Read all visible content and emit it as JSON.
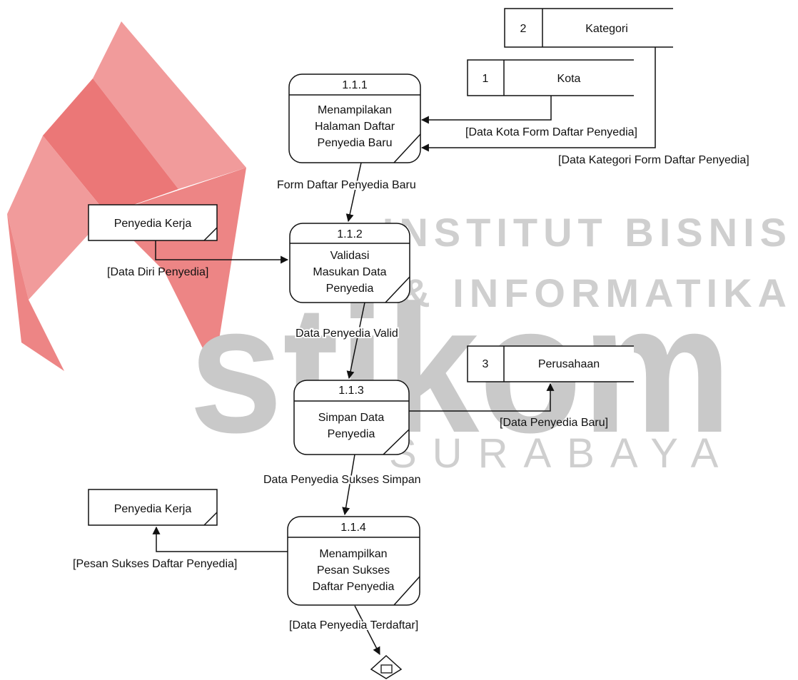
{
  "watermark": {
    "line1": "INSTITUT BISNIS",
    "line2": "& INFORMATIKA",
    "brand": "stikom",
    "city": "SURABAYA",
    "logo_color": "#e86060",
    "text_color": "#cfcfcf"
  },
  "processes": [
    {
      "id": "1.1.1",
      "lines": [
        "Menampilakan",
        "Halaman Daftar",
        "Penyedia Baru"
      ]
    },
    {
      "id": "1.1.2",
      "lines": [
        "Validasi",
        "Masukan Data",
        "Penyedia"
      ]
    },
    {
      "id": "1.1.3",
      "lines": [
        "Simpan Data",
        "Penyedia"
      ]
    },
    {
      "id": "1.1.4",
      "lines": [
        "Menampilkan",
        "Pesan Sukses",
        "Daftar Penyedia"
      ]
    }
  ],
  "datastores": [
    {
      "num": "2",
      "name": "Kategori"
    },
    {
      "num": "1",
      "name": "Kota"
    },
    {
      "num": "3",
      "name": "Perusahaan"
    }
  ],
  "entities": [
    {
      "name": "Penyedia Kerja"
    },
    {
      "name": "Penyedia Kerja"
    }
  ],
  "flows": [
    {
      "label": "[Data Kota Form Daftar Penyedia]"
    },
    {
      "label": "[Data Kategori Form Daftar Penyedia]"
    },
    {
      "label": "Form Daftar Penyedia Baru"
    },
    {
      "label": "[Data Diri Penyedia]"
    },
    {
      "label": "Data Penyedia Valid"
    },
    {
      "label": "[Data Penyedia Baru]"
    },
    {
      "label": "Data Penyedia Sukses Simpan"
    },
    {
      "label": "[Pesan Sukses Daftar Penyedia]"
    },
    {
      "label": "[Data Penyedia Terdaftar]"
    }
  ]
}
